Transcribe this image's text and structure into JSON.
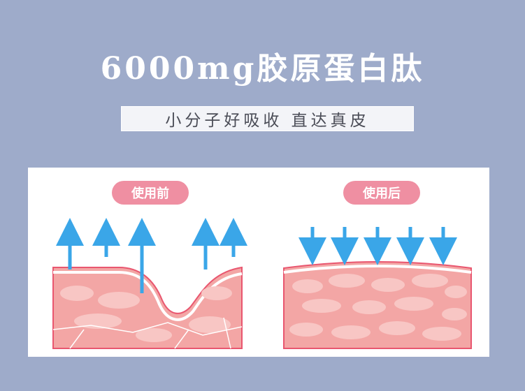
{
  "headline": "6000mg胶原蛋白肽",
  "tagline": "小分子好吸收  直达真皮",
  "comparison": {
    "before_label": "使用前",
    "after_label": "使用后"
  },
  "colors": {
    "background": "#9eabca",
    "badge": "#ef8fa2",
    "skin": "#f3a6a5",
    "arrow": "#3aa6e8"
  }
}
